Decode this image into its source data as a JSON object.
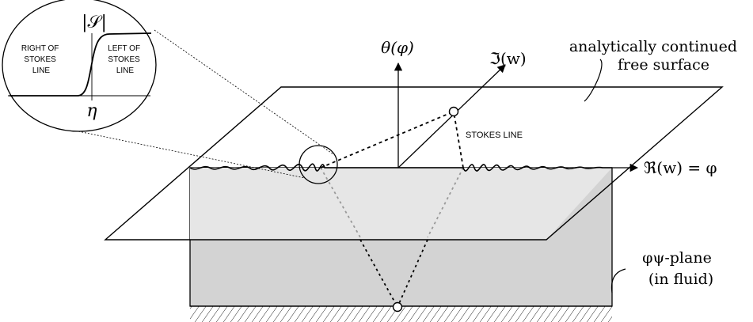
{
  "labels": {
    "theta_axis": "θ(φ)",
    "imag_axis": "ℑ(w)",
    "real_axis": "ℜ(w) = φ",
    "free_surface_line1": "analytically continued",
    "free_surface_line2": "free surface",
    "stokes_line": "STOKES LINE",
    "plane_line1": "φψ-plane",
    "plane_line2": "(in fluid)"
  },
  "inset": {
    "y_label": "|𝒮|",
    "x_label": "η",
    "right_of_line1": "RIGHT OF",
    "right_of_line2": "STOKES",
    "right_of_line3": "LINE",
    "left_of_line1": "LEFT OF",
    "left_of_line2": "STOKES",
    "left_of_line3": "LINE"
  }
}
